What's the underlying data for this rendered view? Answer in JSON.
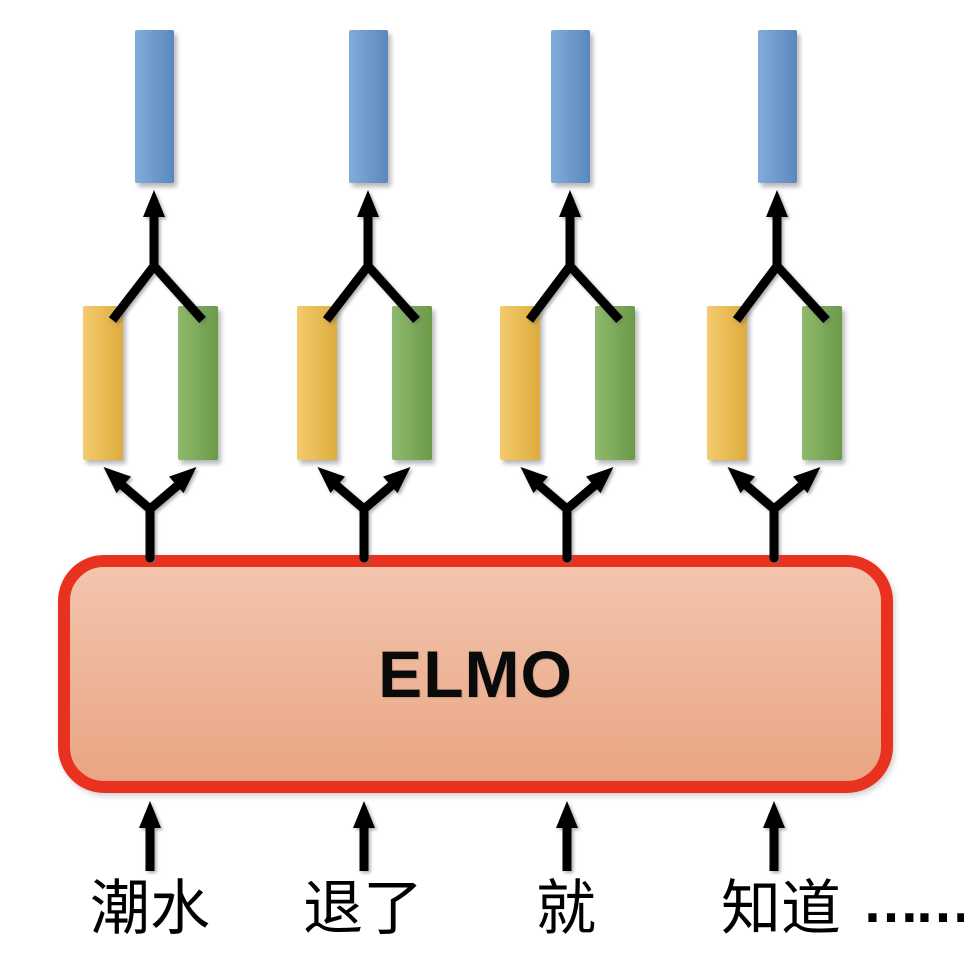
{
  "diagram": {
    "model_label": "ELMO",
    "tokens": [
      "潮水",
      "退了",
      "就",
      "知道"
    ],
    "ellipsis": "……",
    "colors": {
      "output_embedding": "#6497D1",
      "forward_hidden": "#F0BB43",
      "backward_hidden": "#77AB4F",
      "model_fill_top": "#F2C5AD",
      "model_fill_bottom": "#EAA584",
      "model_border": "#E93120",
      "arrow": "#000000"
    }
  }
}
